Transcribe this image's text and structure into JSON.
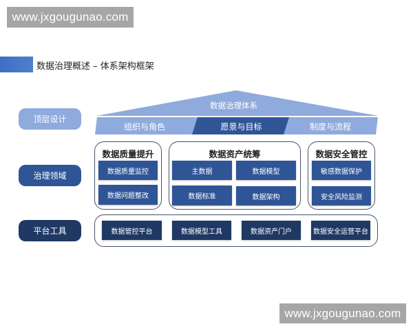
{
  "watermarks": {
    "top": "www.jxgougunao.com",
    "bottom": "www.jxgougunao.com"
  },
  "header": {
    "title": "数据治理概述 – 体系架构框架"
  },
  "layers": {
    "top_design": "顶层设计",
    "governance": "治理领域",
    "platform": "平台工具"
  },
  "roof": {
    "title": "数据治理体系",
    "segments": [
      "组织与角色",
      "愿景与目标",
      "制度与流程"
    ]
  },
  "domains": [
    {
      "title": "数据质量提升",
      "items": [
        "数据质量监控",
        "数据问题整改"
      ]
    },
    {
      "title": "数据资产统筹",
      "items": [
        "主数据",
        "数据模型",
        "数据标准",
        "数据架构"
      ]
    },
    {
      "title": "数据安全管控",
      "items": [
        "敏感数据保护",
        "安全风险监测"
      ]
    }
  ],
  "platform_tools": [
    "数据管控平台",
    "数据模型工具",
    "数据资产门户",
    "数据安全运营平台"
  ],
  "colors": {
    "light_blue": "#8faadc",
    "mid_blue": "#2f5597",
    "dark_blue": "#1f3864",
    "accent_blue": "#4472c4",
    "border": "#44546a"
  }
}
